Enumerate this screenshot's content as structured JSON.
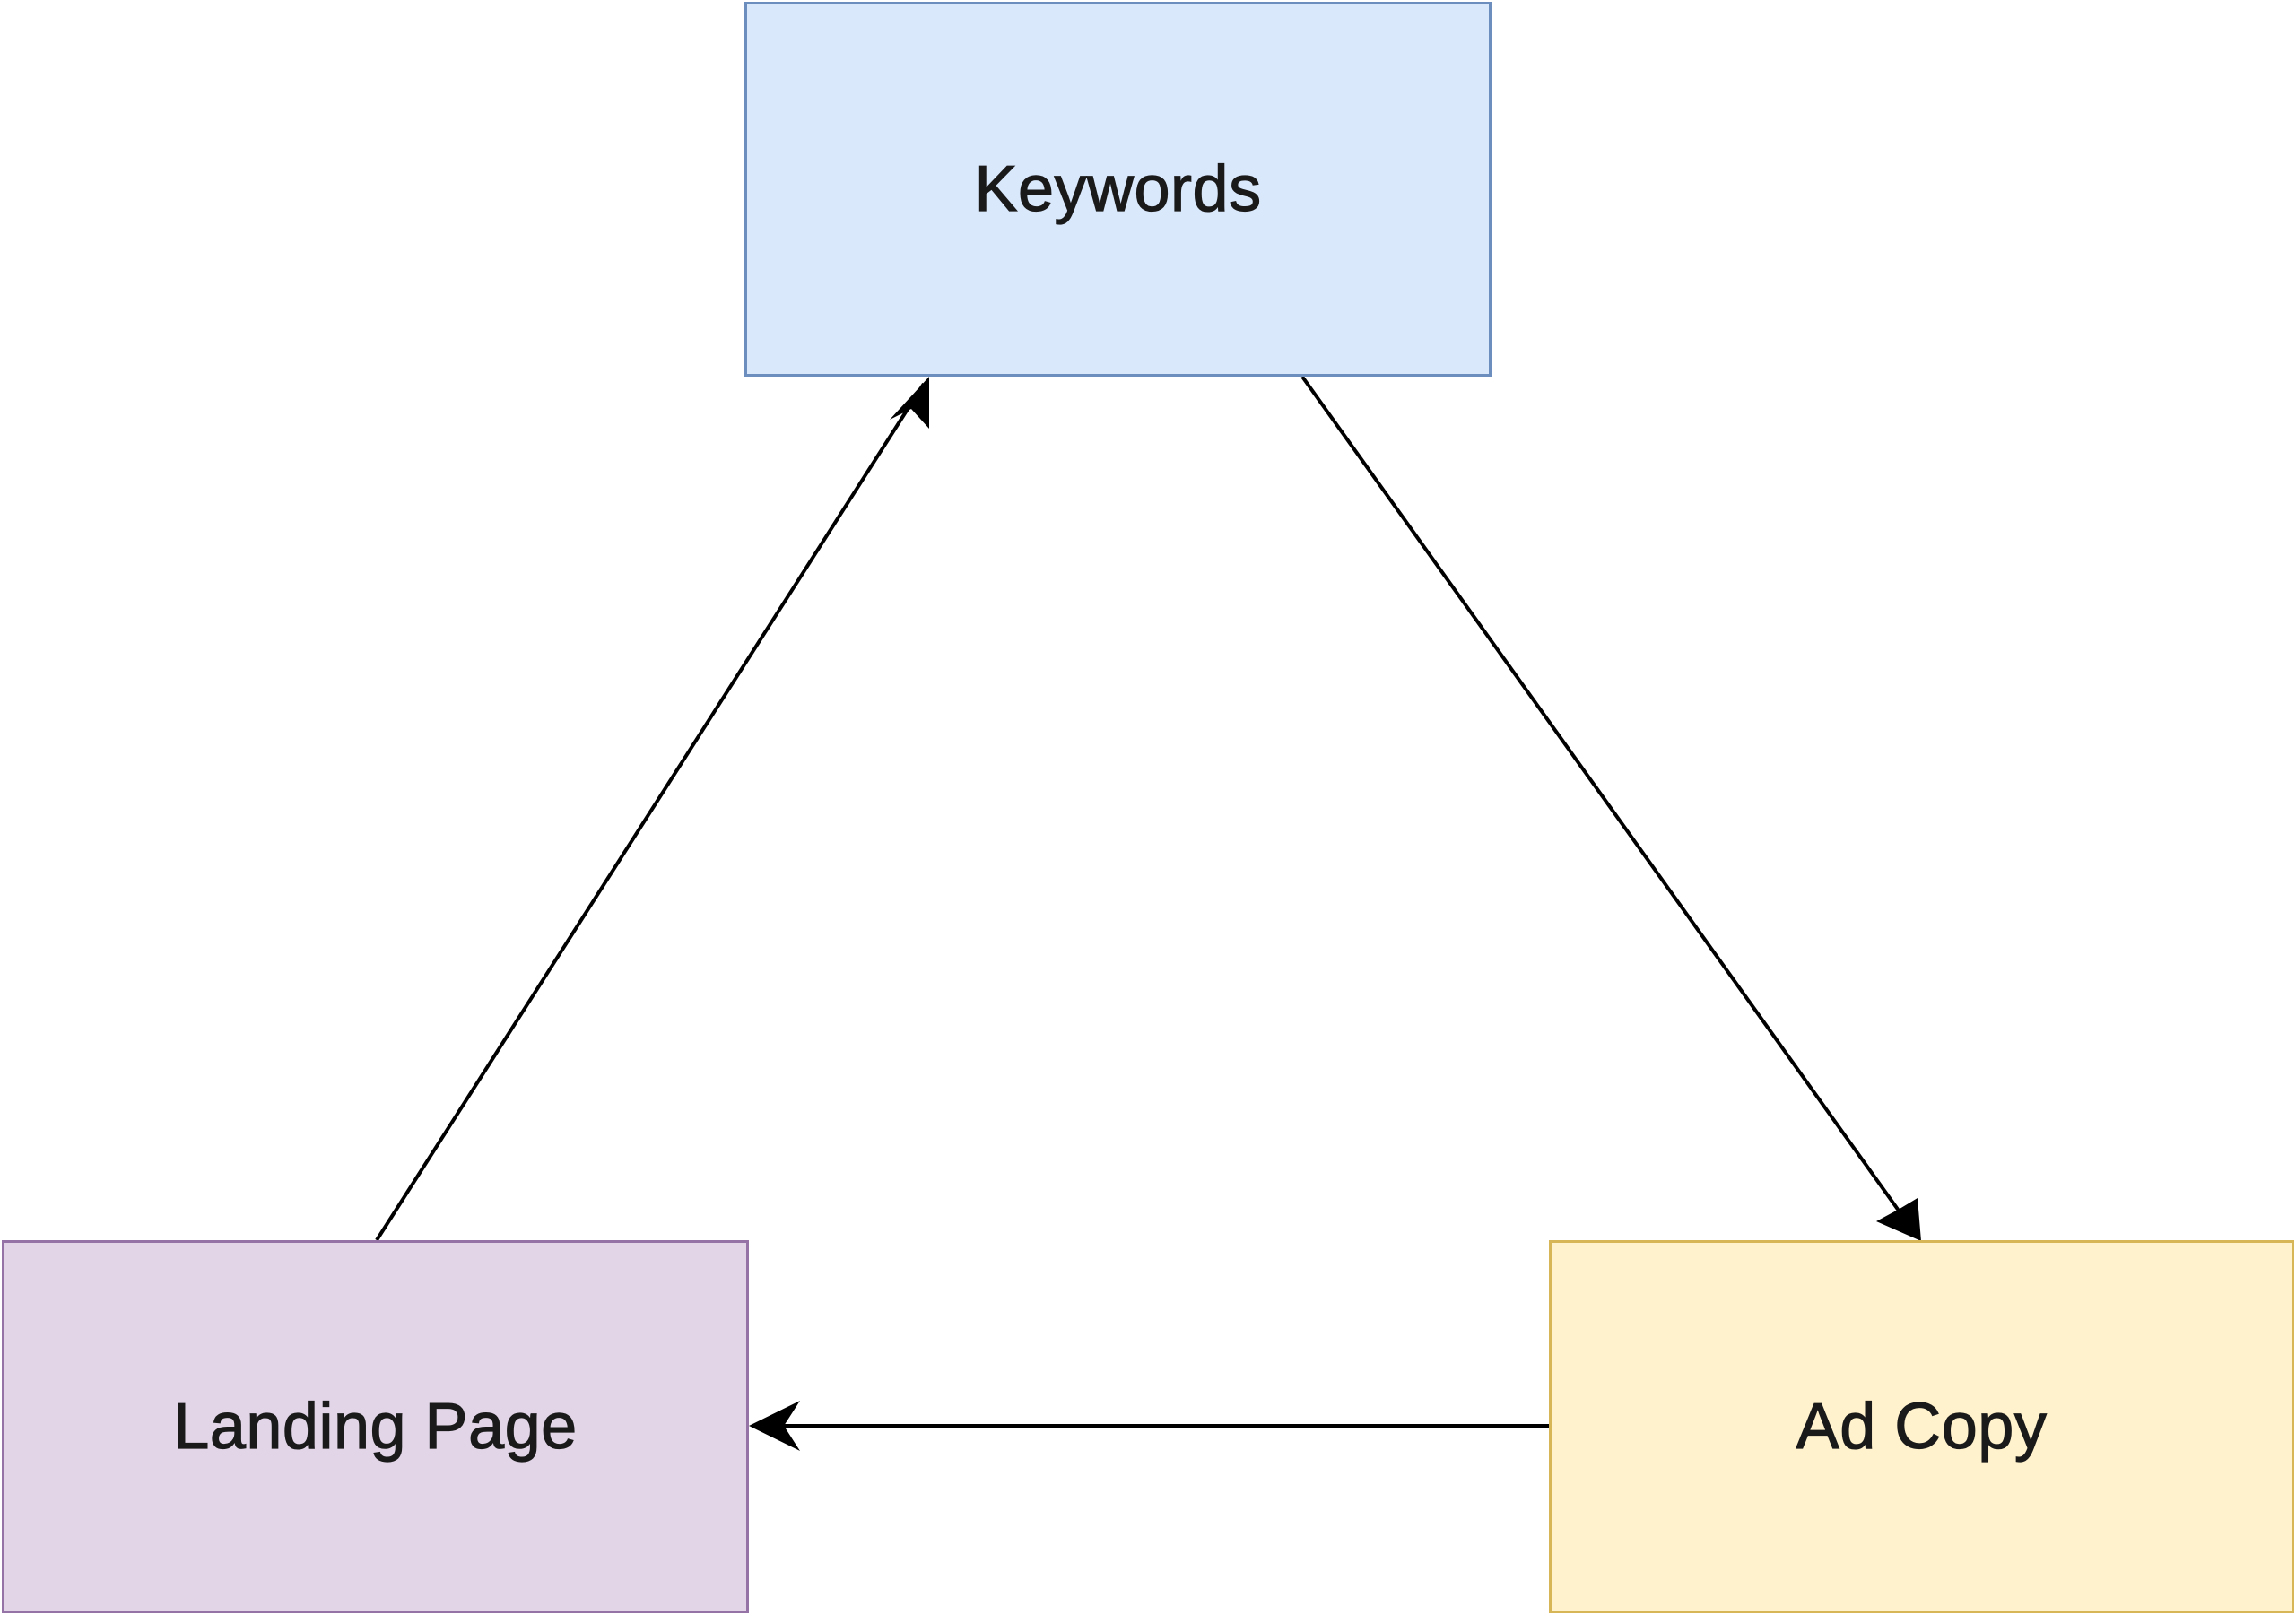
{
  "nodes": {
    "keywords": {
      "label": "Keywords",
      "fill": "#dae8fc",
      "stroke": "#6c8ebf"
    },
    "landing_page": {
      "label": "Landing Page",
      "fill": "#e1d5e7",
      "stroke": "#9673a6"
    },
    "ad_copy": {
      "label": "Ad Copy",
      "fill": "#fff2cc",
      "stroke": "#d6b656"
    }
  },
  "edges": [
    {
      "from": "keywords",
      "to": "ad_copy"
    },
    {
      "from": "ad_copy",
      "to": "landing_page"
    },
    {
      "from": "landing_page",
      "to": "keywords"
    }
  ],
  "edge_color": "#000000"
}
